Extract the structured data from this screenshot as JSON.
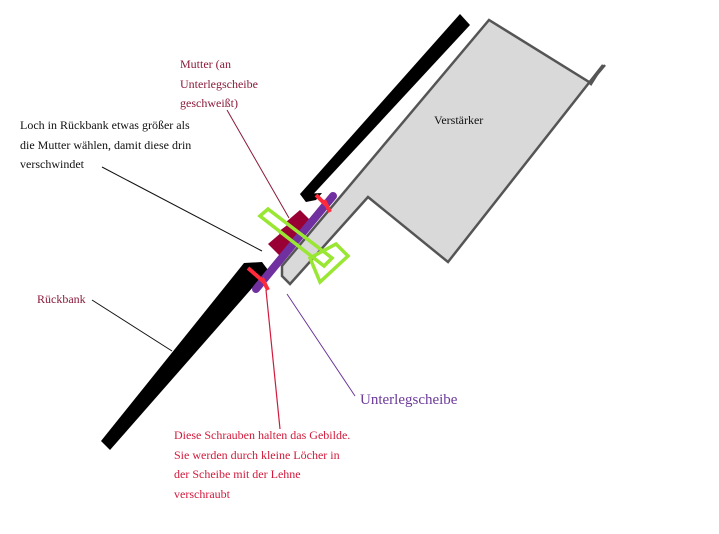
{
  "diagram": {
    "labels": {
      "mutter": "Mutter (an\nUnterlegscheibe\ngeschweißt)",
      "loch": "Loch in Rückbank etwas größer als\ndie Mutter wählen, damit diese drin\nverschwindet",
      "verstaerker": "Verstärker",
      "rueckbank": "Rückbank",
      "unterlegscheibe": "Unterlegscheibe",
      "schrauben": "Diese Schrauben halten das Gebilde.\nSie werden durch kleine Löcher in\nder Scheibe mit der Lehne\nverschraubt"
    },
    "colors": {
      "rueckbank": "#000000",
      "verstaerker_fill": "#d9d9d9",
      "verstaerker_stroke": "#555555",
      "mutter": "#990033",
      "unterlegscheibe": "#7030a0",
      "schraube": "#ff2a3a",
      "highlight": "#99e633",
      "background": "#ffffff"
    }
  }
}
